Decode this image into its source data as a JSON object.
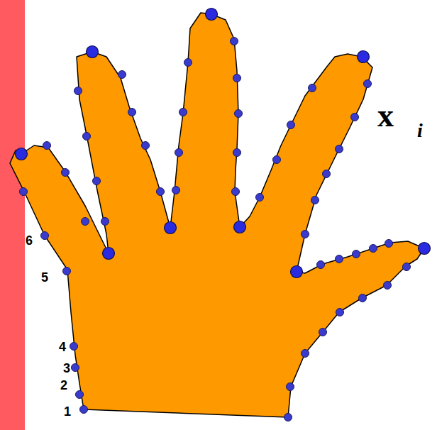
{
  "diagram": {
    "labels": [
      "1",
      "2",
      "3",
      "4",
      "5",
      "6",
      "x",
      "i"
    ]
  }
}
